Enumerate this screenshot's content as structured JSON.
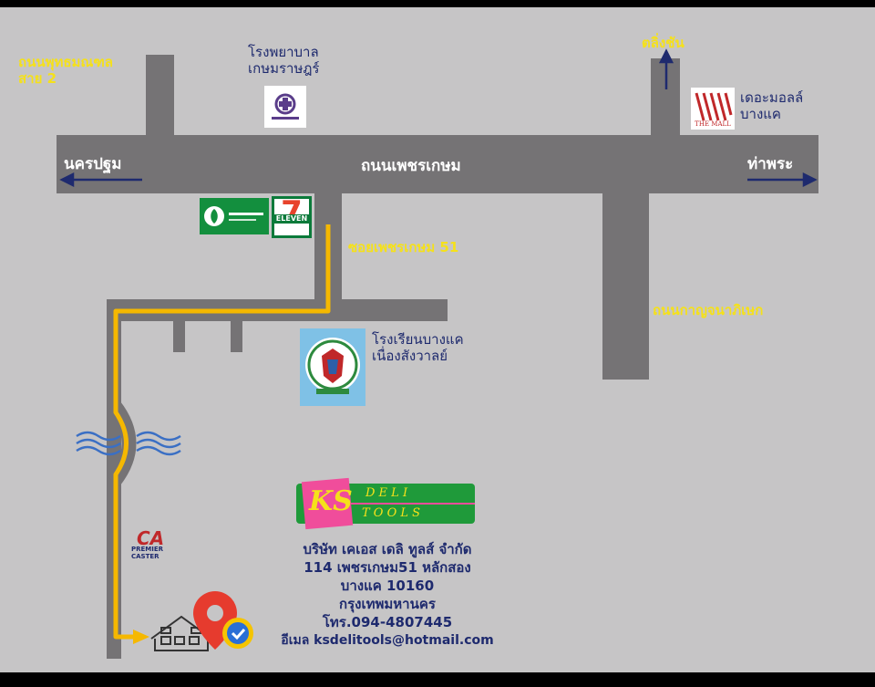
{
  "labels": {
    "phutthamonthon": [
      "ถนนพุทธมณฑล",
      "สาย 2"
    ],
    "hospital": [
      "โรงพยาบาล",
      "เกษมราษฎร์"
    ],
    "taling_chan": "ตลิ่งชัน",
    "the_mall": [
      "เดอะมอลล์",
      "บางแค"
    ],
    "nakhon_pathom": "นครปฐม",
    "phetkasem_road": "ถนนเพชรเกษม",
    "tha_phra": "ท่าพระ",
    "soi_phetkasem": "ซอยเพชรเกษม 51",
    "kanchanaphisek": "ถนนกาญจนาภิเษก",
    "school": [
      "โรงเรียนบางแค",
      "เนื่องสังวาลย์"
    ]
  },
  "logos": {
    "seven_eleven_text": "ELEVEN",
    "seven_eleven_digit": "7",
    "ks_main": "KS",
    "ks_top": "D E L I",
    "ks_bottom": "T O O L S",
    "the_mall_text": "THE MALL",
    "ca_text": "CA",
    "ca_sub": "PREMIER CASTER"
  },
  "company": {
    "name": "บริษัท เคเอส เดลิ ทูลส์ จำกัด",
    "address1": "114 เพชรเกษม51 หลักสอง",
    "address2": "บางแค 10160",
    "city": "กรุงเทพมหานคร",
    "phone": "โทร.094-4807445",
    "email": "อีเมล ksdelitools@hotmail.com"
  },
  "colors": {
    "background": "#c6c5c6",
    "road": "#757375",
    "route": "#f5b800",
    "label_yellow": "#f5e11a",
    "navy": "#1e2a6e",
    "kbank_green": "#138f3e",
    "seven_green": "#0b7a3a",
    "pin_red": "#e63b2e",
    "check_yellow": "#f5c400",
    "check_blue": "#2a6fd6"
  },
  "icons": [
    "arrow-left-icon",
    "arrow-right-icon",
    "arrow-up-icon",
    "water-wave-icon",
    "house-icon",
    "map-pin-icon",
    "check-badge-icon",
    "kbank-logo",
    "seven-eleven-logo",
    "hospital-logo",
    "the-mall-logo",
    "school-emblem",
    "ks-deli-tools-logo",
    "ca-premier-caster-logo"
  ]
}
